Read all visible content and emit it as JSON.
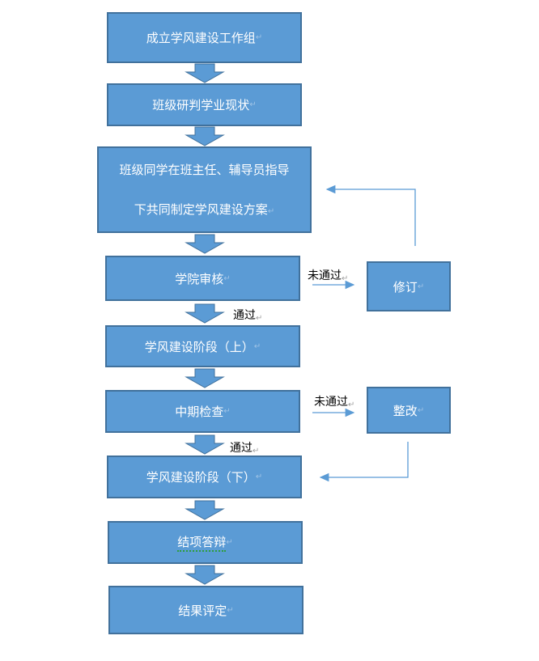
{
  "steps": {
    "s1": "成立学风建设工作组",
    "s2": "班级研判学业现状",
    "s3_line1": "班级同学在班主任、辅导员指导",
    "s3_line2": "下共同制定学风建设方案",
    "s4": "学院审核",
    "s5": "学风建设阶段（上）",
    "s6": "中期检查",
    "s7": "学风建设阶段（下）",
    "s8": "结项答辩",
    "s9": "结果评定"
  },
  "side": {
    "revise": "修订",
    "rectify": "整改"
  },
  "labels": {
    "not_passed_1": "未通过",
    "not_passed_2": "未通过",
    "passed_1": "通过",
    "passed_2": "通过"
  },
  "marks": {
    "para": "↵"
  },
  "colors": {
    "box_fill": "#5b9bd5",
    "box_border": "#41719c",
    "connector": "#5b9bd5"
  }
}
